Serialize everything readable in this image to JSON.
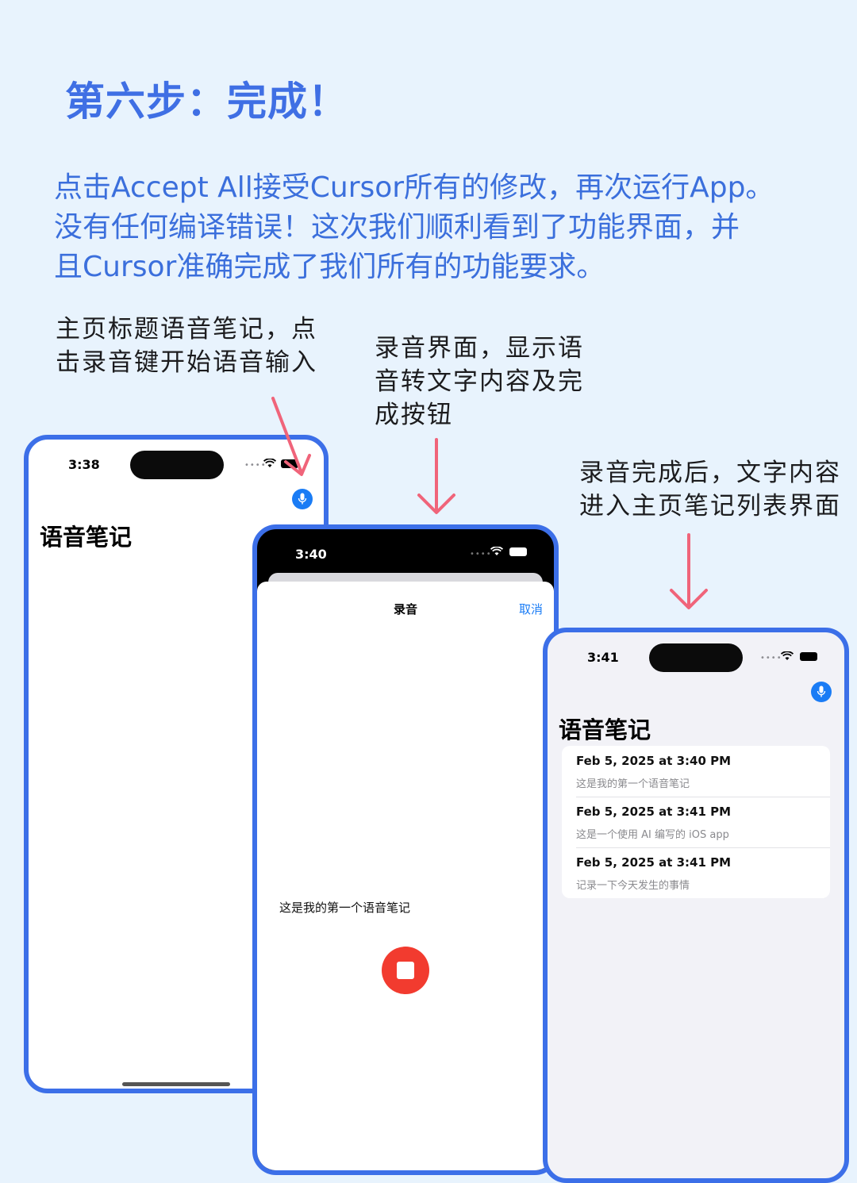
{
  "header": {
    "title": "第六步：完成！"
  },
  "intro": {
    "lines": [
      "点击Accept All接受Cursor所有的修改，再次运行App。",
      "没有任何编译错误！这次我们顺利看到了功能界面，并",
      "且Cursor准确完成了我们所有的功能要求。"
    ]
  },
  "captions": {
    "home": [
      "主页标题语音笔记，点",
      "击录音键开始语音输入"
    ],
    "recording": [
      "录音界面，显示语",
      "音转文字内容及完",
      "成按钮"
    ],
    "list": [
      "录音完成后，文字内容",
      "进入主页笔记列表界面"
    ]
  },
  "phone_home": {
    "time": "3:38",
    "title": "语音笔记",
    "mic_icon": "microphone-icon"
  },
  "phone_recording": {
    "time": "3:40",
    "sheet_title": "录音",
    "cancel_label": "取消",
    "transcript": "这是我的第一个语音笔记",
    "stop_icon": "stop-icon"
  },
  "phone_list": {
    "time": "3:41",
    "title": "语音笔记",
    "notes": [
      {
        "date": "Feb 5, 2025 at 3:40 PM",
        "text": "这是我的第一个语音笔记"
      },
      {
        "date": "Feb 5, 2025 at 3:41 PM",
        "text": "这是一个使用 AI 编写的 iOS app"
      },
      {
        "date": "Feb 5, 2025 at 3:41 PM",
        "text": "记录一下今天发生的事情"
      }
    ]
  },
  "colors": {
    "accent": "#3c6fe8",
    "arrow": "#f0647a",
    "ios_blue": "#1a7cf5",
    "stop_red": "#f23b2f",
    "background": "#e8f3fd"
  }
}
